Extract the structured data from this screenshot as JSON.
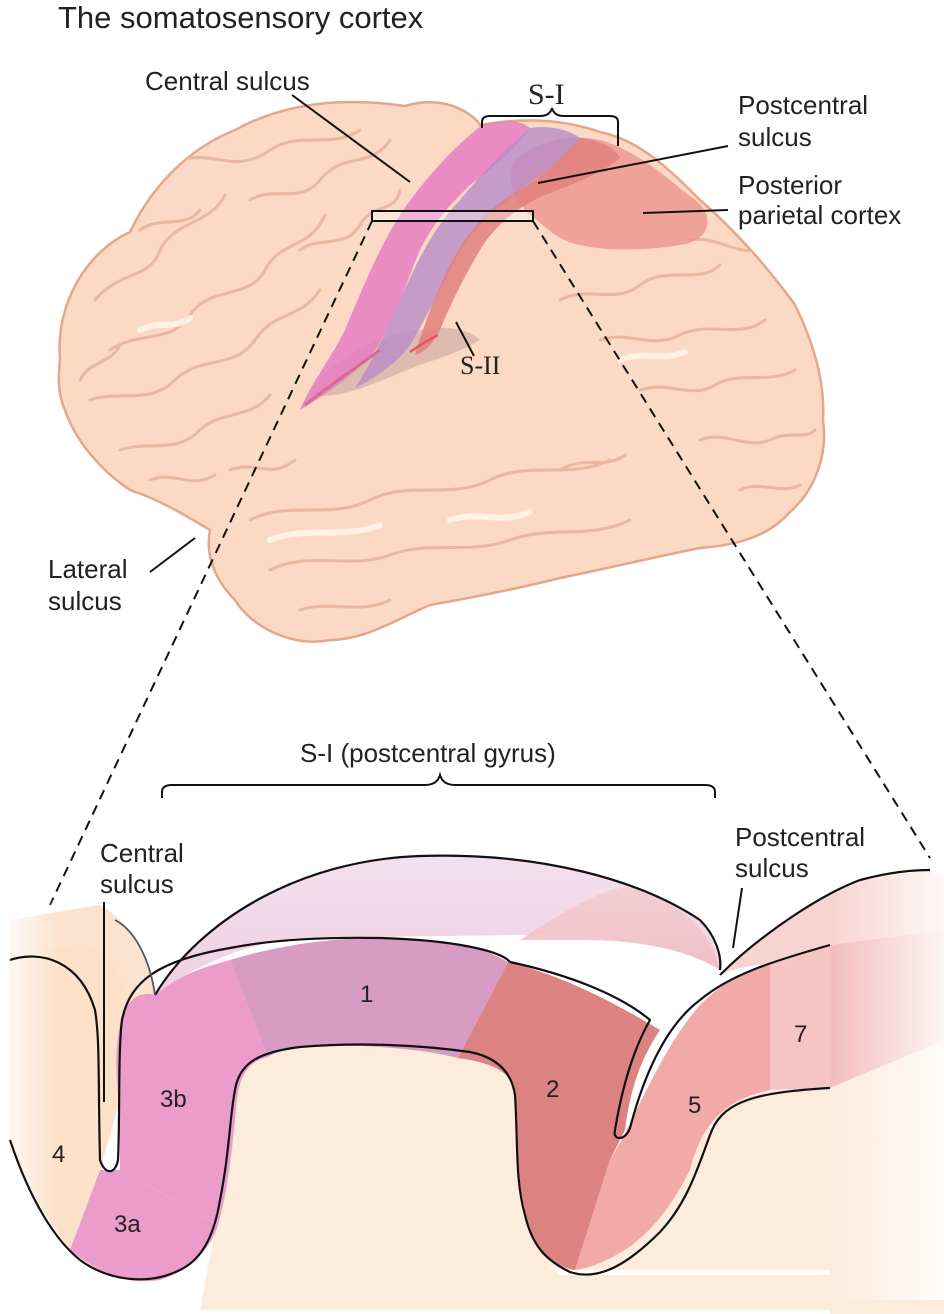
{
  "title": "The somatosensory cortex",
  "brain_labels": {
    "central_sulcus": "Central sulcus",
    "s1": "S-I",
    "postcentral_sulcus_line1": "Postcentral",
    "postcentral_sulcus_line2": "sulcus",
    "posterior_parietal_line1": "Posterior",
    "posterior_parietal_line2": "parietal cortex",
    "s2": "S-II",
    "lateral_sulcus_line1": "Lateral",
    "lateral_sulcus_line2": "sulcus"
  },
  "section_labels": {
    "bracket_label": "S-I (postcentral gyrus)",
    "central_sulcus_line1": "Central",
    "central_sulcus_line2": "sulcus",
    "postcentral_sulcus_line1": "Postcentral",
    "postcentral_sulcus_line2": "sulcus",
    "areas": {
      "a4": "4",
      "a3a": "3a",
      "a3b": "3b",
      "a1": "1",
      "a2": "2",
      "a5": "5",
      "a7": "7"
    }
  },
  "colors": {
    "brain_fill": "#fbd9c4",
    "brain_edge": "#e5a68a",
    "s1_pink": "#e67cc4",
    "s1_purple": "#b88bc8",
    "parietal_red": "#e58a86",
    "area_3": "#ec9ccb",
    "area_1": "#d79bc4",
    "area_2": "#dd8282",
    "area_5": "#f1aaa8",
    "area_7": "#f5c4c3",
    "tissue": "#fdebdc"
  }
}
